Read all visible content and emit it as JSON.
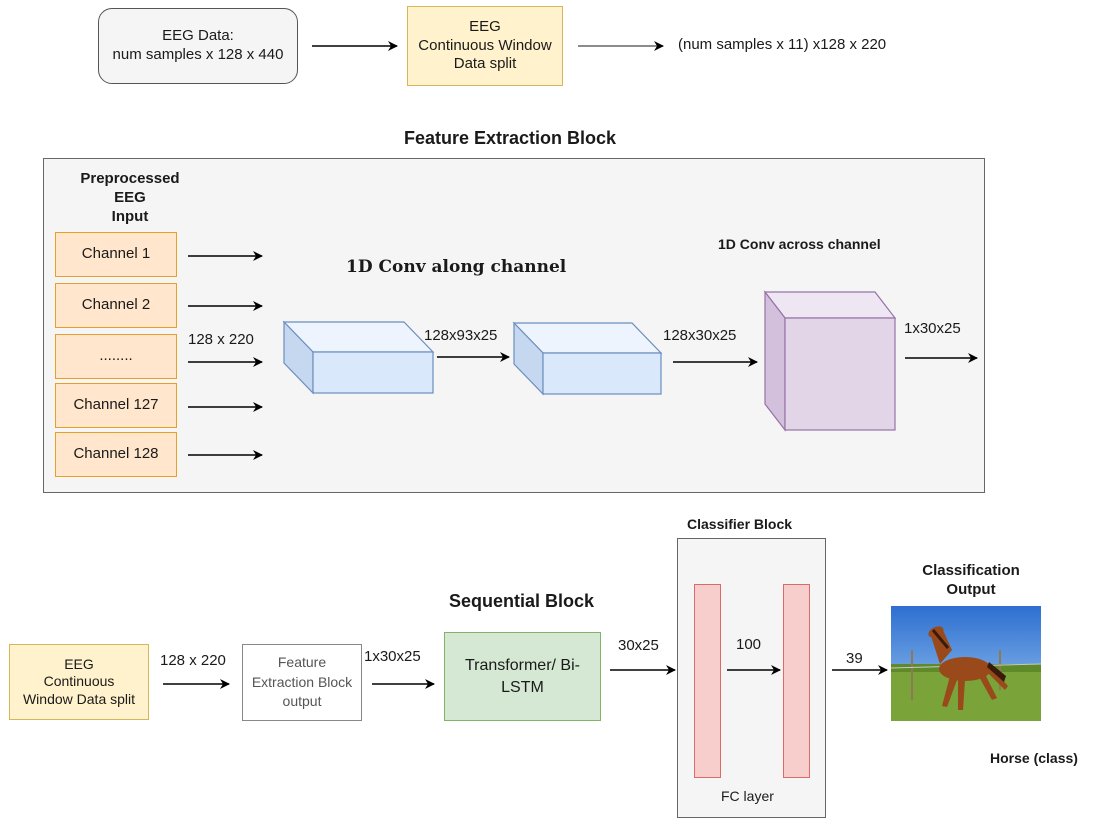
{
  "top_row": {
    "eeg_data_line1": "EEG Data:",
    "eeg_data_line2": "num samples x 128 x 440",
    "split_line1": "EEG",
    "split_line2": "Continuous Window",
    "split_line3": "Data split",
    "output_shape": "(num samples x 11) x128 x 220"
  },
  "feature_block": {
    "title": "Feature Extraction Block",
    "input_label_line1": "Preprocessed EEG",
    "input_label_line2": "Input",
    "channels": [
      "Channel 1",
      "Channel 2",
      "........",
      "Channel 127",
      "Channel 128"
    ],
    "input_shape": "128 x 220",
    "conv_along_title": "1D Conv along channel",
    "conv1_out": "128x93x25",
    "conv2_out": "128x30x25",
    "conv_across_title": "1D Conv across channel",
    "conv3_out": "1x30x25"
  },
  "bottom_row": {
    "split_line1": "EEG",
    "split_line2": "Continuous",
    "split_line3": "Window Data split",
    "shape1": "128 x 220",
    "fe_output_line1": "Feature",
    "fe_output_line2": "Extraction Block",
    "fe_output_line3": "output",
    "shape2": "1x30x25",
    "sequential_title": "Sequential Block",
    "transformer_line1": "Transformer/ Bi-",
    "transformer_line2": "LSTM",
    "shape3": "30x25",
    "classifier_title": "Classifier Block",
    "fc_hidden": "100",
    "fc_label": "FC layer",
    "shape4": "39",
    "output_title_line1": "Classification",
    "output_title_line2": "Output",
    "output_class": "Horse (class)"
  },
  "colors": {
    "yellow_fill": "#fff2cc",
    "orange_fill": "#ffe6cc",
    "blue_cube": "#dae8fc",
    "purple_cube": "#e1d5e7",
    "green_fill": "#d5e8d4",
    "pink_fill": "#f8cecc",
    "panel_fill": "#f5f5f5"
  }
}
